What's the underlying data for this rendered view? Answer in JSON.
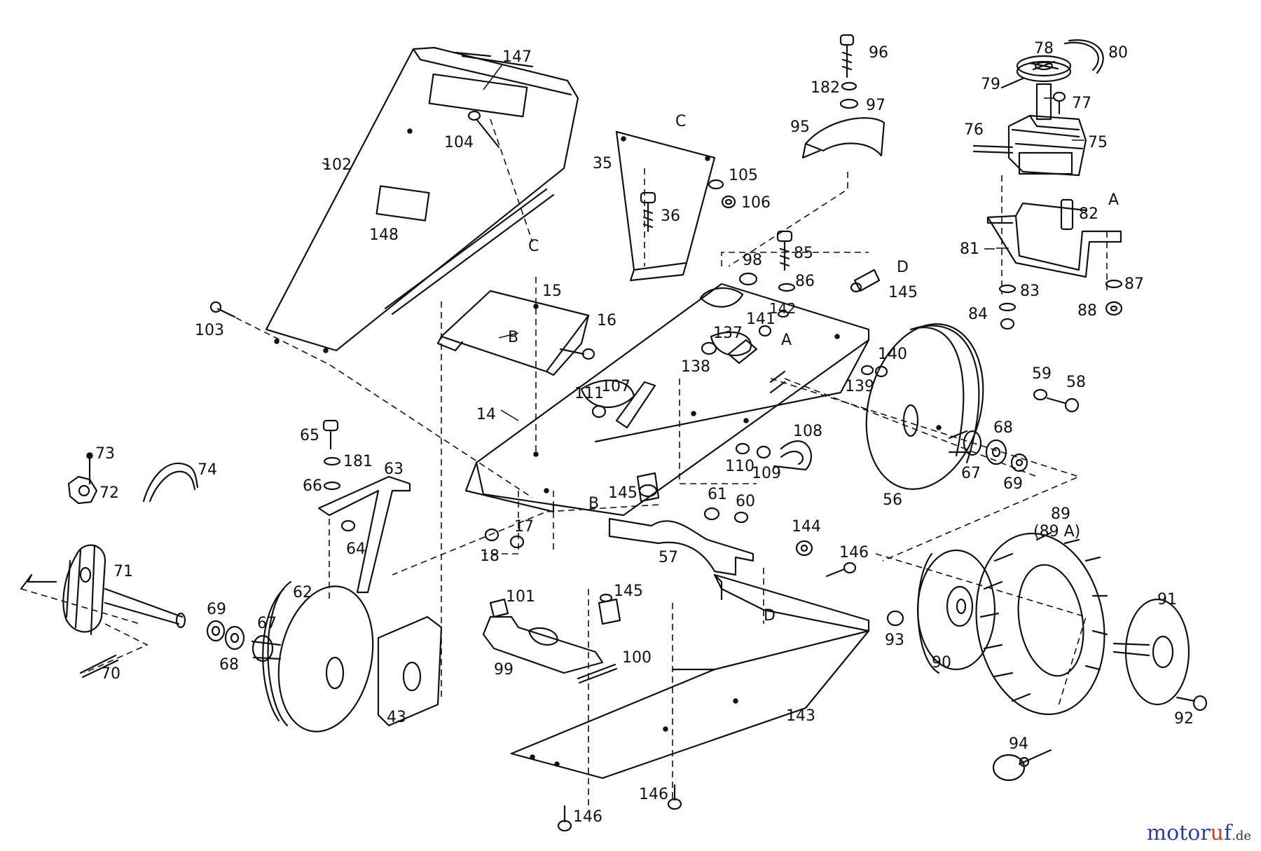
{
  "watermark": {
    "part1": "motor",
    "part2": "u",
    "part3": "f",
    "part4": ".de"
  },
  "labels": {
    "l147": "147",
    "l102": "102",
    "l104": "104",
    "l148": "148",
    "lC1": "C",
    "l103": "103",
    "lC2": "C",
    "l35": "35",
    "l105": "105",
    "l106": "106",
    "l36": "36",
    "l96": "96",
    "l182": "182",
    "l97": "97",
    "l95": "95",
    "l78": "78",
    "l80": "80",
    "l79": "79",
    "l77": "77",
    "l76": "76",
    "l75": "75",
    "lA1": "A",
    "l82": "82",
    "l81": "81",
    "l83": "83",
    "l87": "87",
    "l84": "84",
    "l88": "88",
    "l98": "98",
    "l85": "85",
    "l86": "86",
    "lD1": "D",
    "l145a": "145",
    "l15": "15",
    "l16": "16",
    "lB1": "B",
    "l14": "14",
    "l111": "111",
    "l107": "107",
    "l138": "138",
    "l137": "137",
    "l141": "141",
    "l142": "142",
    "lA2": "A",
    "l140": "140",
    "l139": "139",
    "l59": "59",
    "l58": "58",
    "l68a": "68",
    "l67a": "67",
    "l69a": "69",
    "l56": "56",
    "l108": "108",
    "l110": "110",
    "l109": "109",
    "l145b": "145",
    "lB2": "B",
    "l73": "73",
    "l72": "72",
    "l74": "74",
    "l65": "65",
    "l181": "181",
    "l66": "66",
    "l63": "63",
    "l64": "64",
    "l17": "17",
    "l18": "18",
    "l61": "61",
    "l60": "60",
    "l57": "57",
    "l144": "144",
    "l146a": "146",
    "l89": "89",
    "l89A": "(89 A)",
    "l71": "71",
    "l69b": "69",
    "l62": "62",
    "l67b": "67",
    "l68b": "68",
    "l70": "70",
    "l101": "101",
    "l145c": "145",
    "l99": "99",
    "l100": "100",
    "lD2": "D",
    "l93": "93",
    "l90": "90",
    "l91": "91",
    "l43": "43",
    "l143": "143",
    "l92": "92",
    "l94": "94",
    "l146b": "146",
    "l146c": "146"
  }
}
